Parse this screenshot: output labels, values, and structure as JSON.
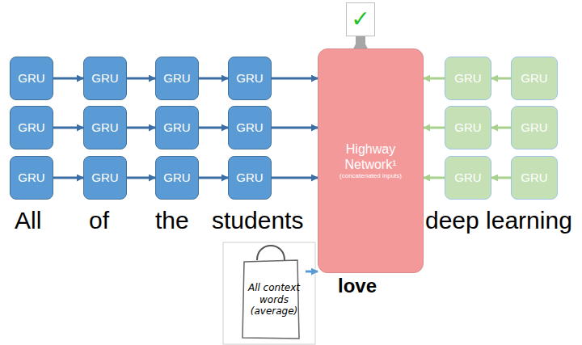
{
  "diagram": {
    "nodes": [
      {
        "text": [
          "✓"
        ]
      },
      {
        "text": [
          "GRU"
        ]
      },
      {
        "text": [
          "GRU"
        ]
      },
      {
        "text": [
          "GRU"
        ]
      },
      {
        "text": [
          "GRU"
        ]
      },
      {
        "text": [
          "GRU"
        ]
      },
      {
        "text": [
          "GRU"
        ]
      },
      {
        "text": [
          "GRU"
        ]
      },
      {
        "text": [
          "GRU"
        ]
      },
      {
        "text": [
          "GRU"
        ]
      },
      {
        "text": [
          "GRU"
        ]
      },
      {
        "text": [
          "GRU"
        ]
      },
      {
        "text": [
          "GRU"
        ]
      },
      {
        "text": [
          "Highway Network¹",
          "(concatenated inputs)"
        ]
      },
      {
        "text": [
          "GRU"
        ]
      },
      {
        "text": [
          "GRU"
        ]
      },
      {
        "text": [
          "GRU"
        ]
      },
      {
        "text": [
          "GRU"
        ]
      },
      {
        "text": [
          "GRU"
        ]
      },
      {
        "text": [
          "GRU"
        ]
      },
      {
        "text": [
          "All context words (average)"
        ]
      }
    ],
    "edges": [
      {
        "from": 1,
        "to": 2,
        "arrow": "to"
      },
      {
        "from": 2,
        "to": 3,
        "arrow": "to"
      },
      {
        "from": 3,
        "to": 4,
        "arrow": "to"
      },
      {
        "from": 4,
        "to": 13,
        "arrow": "to"
      },
      {
        "from": 5,
        "to": 6,
        "arrow": "to"
      },
      {
        "from": 6,
        "to": 7,
        "arrow": "to"
      },
      {
        "from": 7,
        "to": 8,
        "arrow": "to"
      },
      {
        "from": 8,
        "to": 13,
        "arrow": "to"
      },
      {
        "from": 9,
        "to": 10,
        "arrow": "to"
      },
      {
        "from": 10,
        "to": 11,
        "arrow": "to"
      },
      {
        "from": 11,
        "to": 12,
        "arrow": "to"
      },
      {
        "from": 12,
        "to": 13,
        "arrow": "to"
      },
      {
        "from": 15,
        "to": 14,
        "arrow": "to"
      },
      {
        "from": 14,
        "to": 13,
        "arrow": "to"
      },
      {
        "from": 17,
        "to": 16,
        "arrow": "to"
      },
      {
        "from": 16,
        "to": 13,
        "arrow": "to"
      },
      {
        "from": 19,
        "to": 18,
        "arrow": "to"
      },
      {
        "from": 18,
        "to": 13,
        "arrow": "to"
      },
      {
        "from": 20,
        "to": 13,
        "arrow": "to"
      },
      {
        "from": 13,
        "to": 0,
        "arrow": "to"
      }
    ],
    "labels": [
      "All",
      "of",
      "the",
      "students",
      "deep learning",
      "love"
    ]
  }
}
